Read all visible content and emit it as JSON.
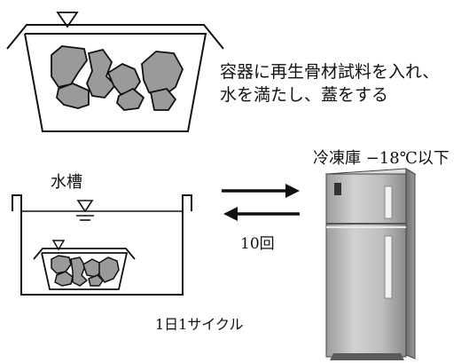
{
  "labels": {
    "step1_line1": "容器に再生骨材試料を入れ、",
    "step1_line2": "水を満たし、蓋をする",
    "freezer": "冷凍庫 −18℃以下",
    "tank": "水槽",
    "cycles": "10回",
    "cycle": "1日1サイクル"
  },
  "colors": {
    "stone_fill": "#9a9a9a",
    "line": "#111111",
    "freezer_body": "#c8c8c8"
  },
  "icons": [
    "water-level-triangle-icon",
    "double-arrow-icon",
    "refrigerator-icon"
  ]
}
